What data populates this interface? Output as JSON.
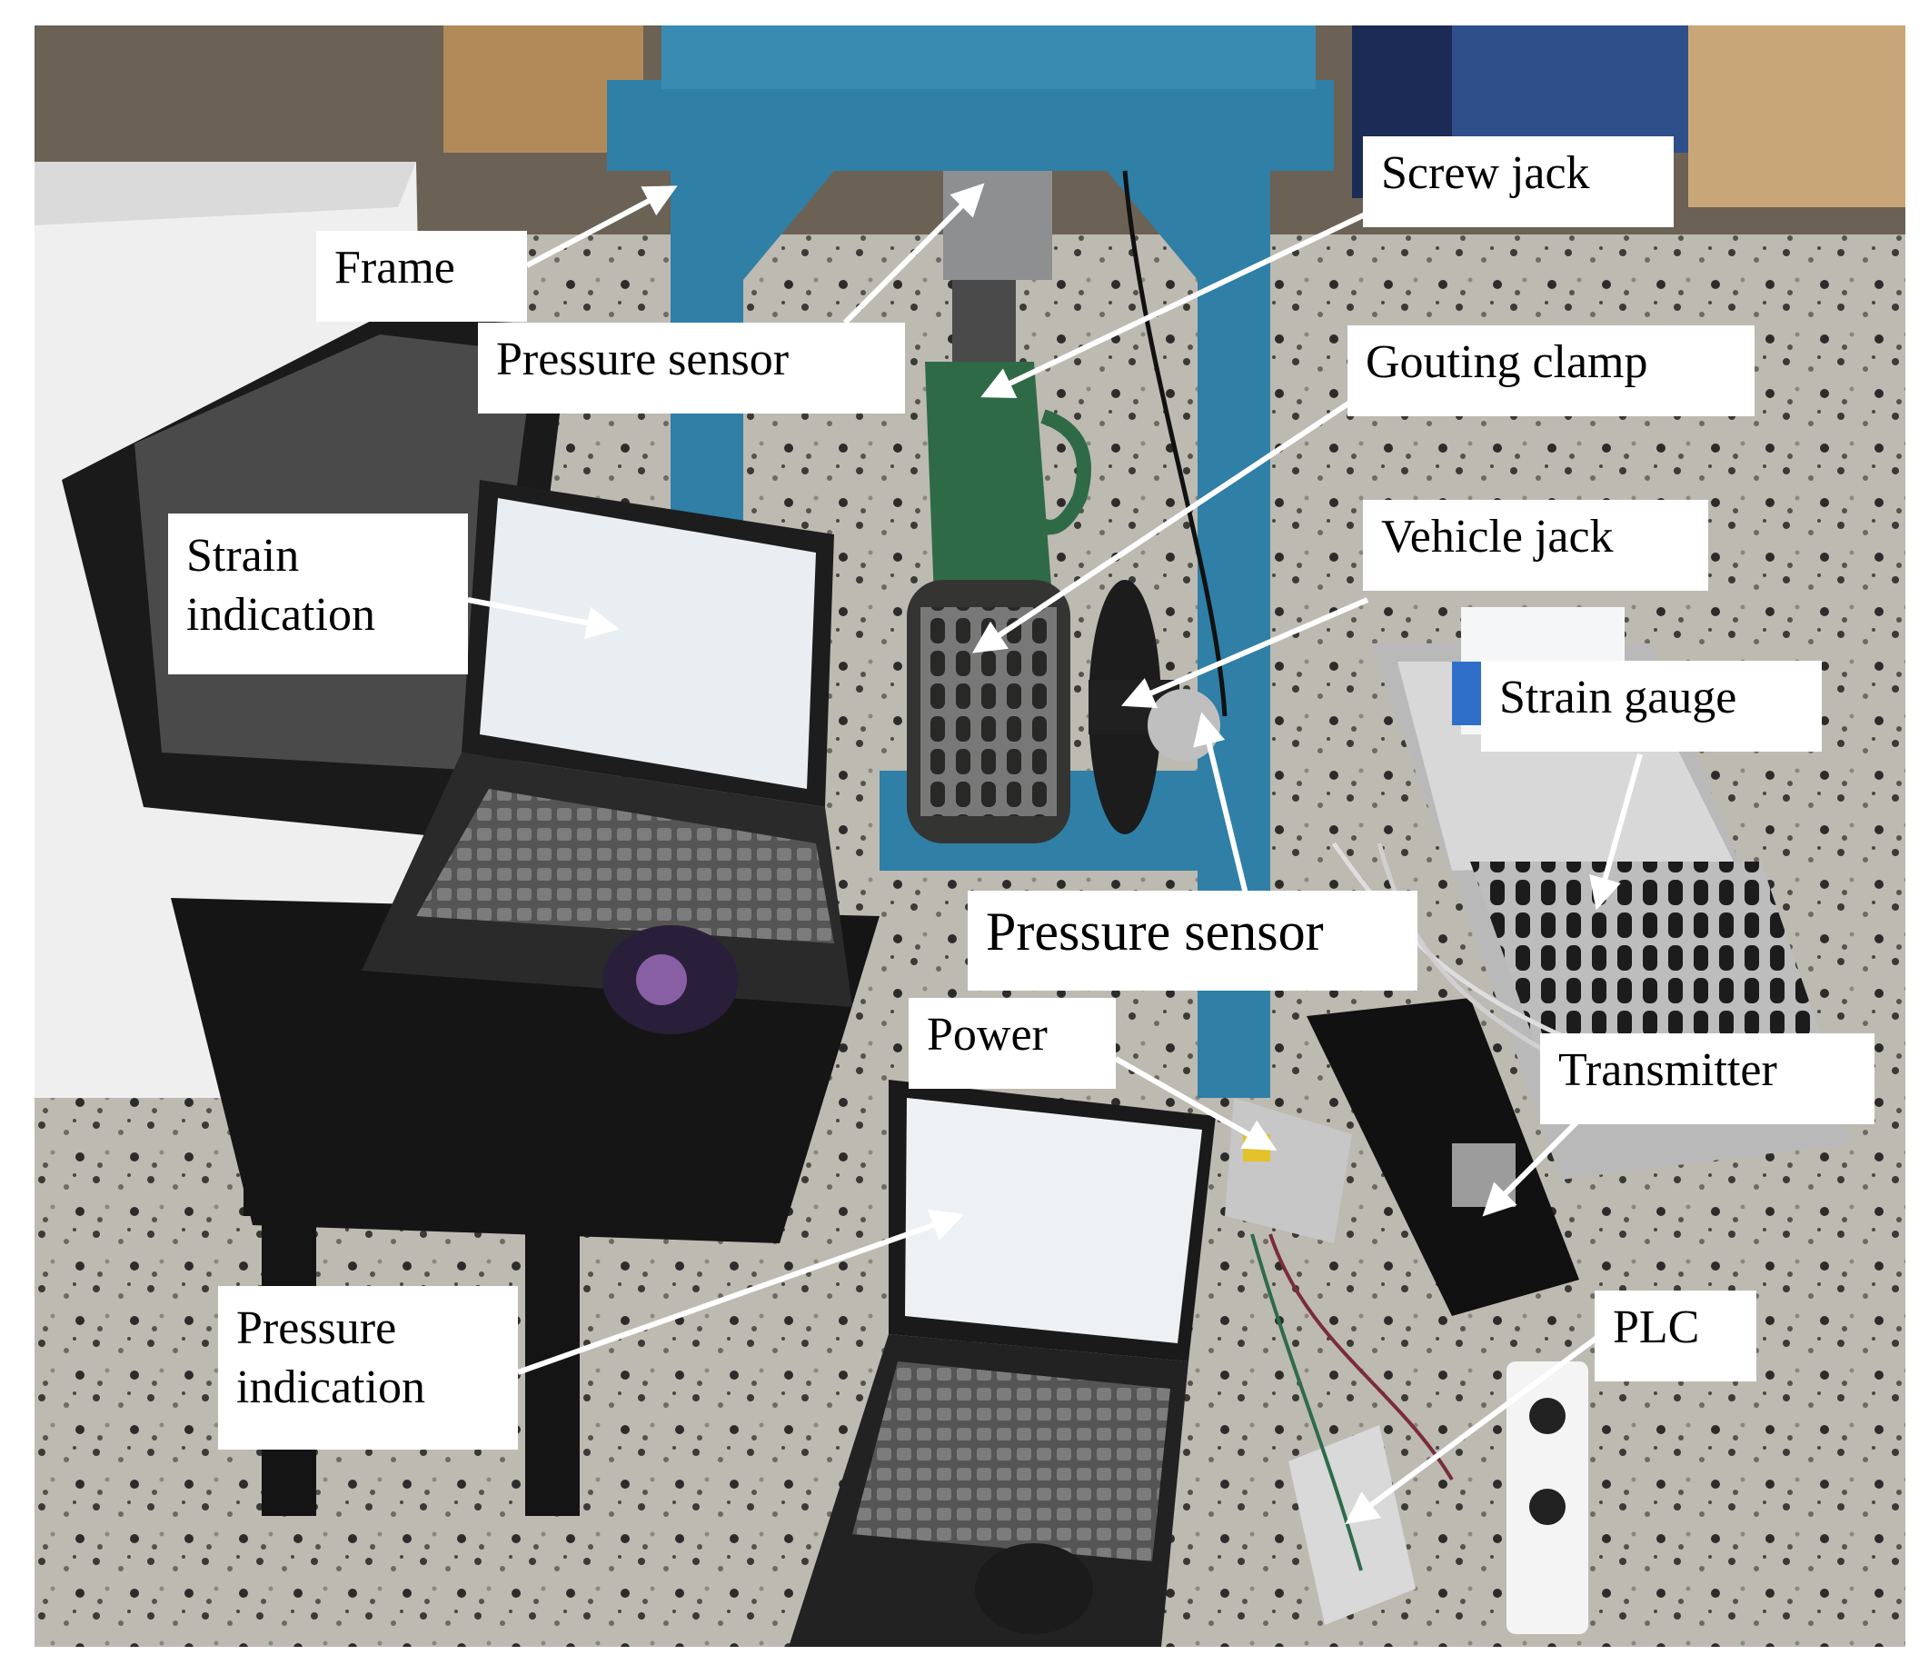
{
  "figure": {
    "labels": {
      "frame": "Frame",
      "pressure_sensor_top": "Pressure sensor",
      "screw_jack": "Screw jack",
      "gouting_clamp": "Gouting clamp",
      "vehicle_jack": "Vehicle jack",
      "strain_indication_line1": "Strain",
      "strain_indication_line2": "indication",
      "strain_gauge": "Strain gauge",
      "pressure_sensor_bottom": "Pressure sensor",
      "power": "Power",
      "transmitter": "Transmitter",
      "pressure_indication_line1": "Pressure",
      "pressure_indication_line2": "indication",
      "plc": "PLC"
    }
  },
  "colors": {
    "frame_blue": "#2f7fa6",
    "floor": "#b9b6ae",
    "arrow": "#ffffff",
    "label_bg": "#ffffff",
    "label_text": "#000000"
  }
}
